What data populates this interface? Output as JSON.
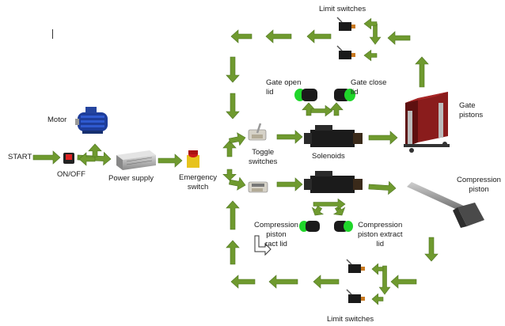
{
  "labels": {
    "start": "START",
    "on_off": "ON/OFF",
    "motor": "Motor",
    "power_supply": "Power supply",
    "emergency": "Emergency\nswitch",
    "toggle": "Toggle\nswitches",
    "solenoids": "Solenoids",
    "gate_open": "Gate open\nlid",
    "gate_close": "Gate close\nlid",
    "gate_pistons": "Gate\npistons",
    "compression_piston": "Compression\npiston",
    "comp_retract": "Compression\npiston\nract lid",
    "comp_extract": "Compression\npiston extract\nlid",
    "limit_top": "Limit switches",
    "limit_bottom": "Limit switches"
  },
  "colors": {
    "arrow": "#6f9a2f",
    "arrow_edge": "#4e7420",
    "text": "#1a1a1a",
    "led_green": "#1fd62a",
    "motor_blue": "#1e3d9a",
    "piston_red": "#8a1c1c"
  }
}
